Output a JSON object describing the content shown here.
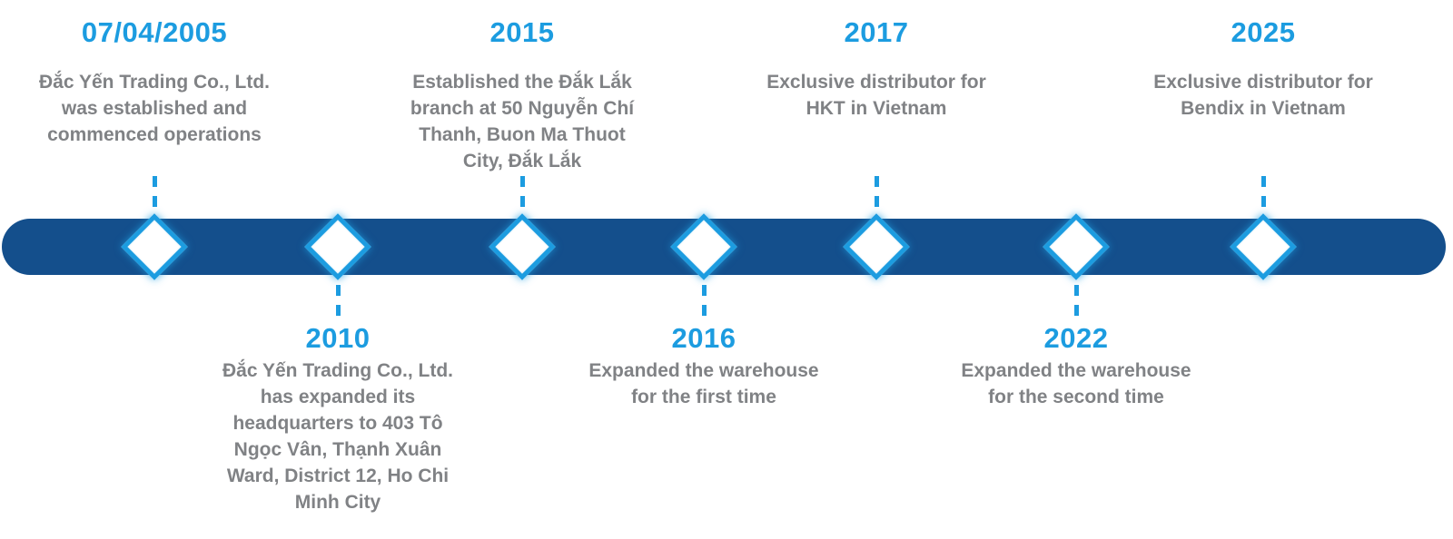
{
  "title": "Company history timeline",
  "colors": {
    "accent": "#1C9CE0",
    "bar": "#144F8C",
    "gray": "#808285"
  },
  "milestones": [
    {
      "year": "07/04/2005",
      "side": "top",
      "description": "Đắc Yến Trading Co., Ltd.\nwas established and\ncommenced operations"
    },
    {
      "year": "2010",
      "side": "bottom",
      "description": "Đắc Yến Trading Co., Ltd.\nhas expanded its\nheadquarters to 403 Tô\nNgọc Vân, Thạnh Xuân\nWard, District 12, Ho Chi\nMinh City"
    },
    {
      "year": "2015",
      "side": "top",
      "description": "Established the Đắk Lắk\nbranch at 50 Nguyễn Chí\nThanh, Buon Ma Thuot\nCity, Đắk Lắk"
    },
    {
      "year": "2016",
      "side": "bottom",
      "description": "Expanded the warehouse\nfor the first time"
    },
    {
      "year": "2017",
      "side": "top",
      "description": "Exclusive distributor for\nHKT in Vietnam"
    },
    {
      "year": "2022",
      "side": "bottom",
      "description": "Expanded the warehouse\nfor the second time"
    },
    {
      "year": "2025",
      "side": "top",
      "description": "Exclusive distributor for\nBendix in Vietnam"
    }
  ]
}
